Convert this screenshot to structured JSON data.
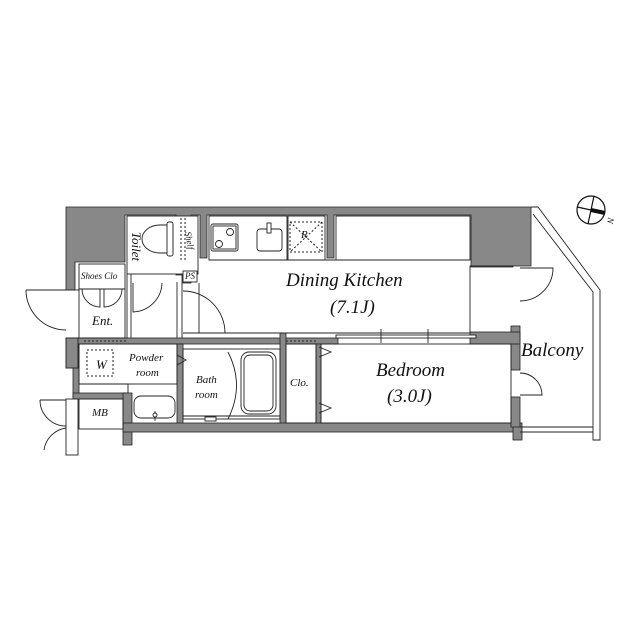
{
  "plan": {
    "colors": {
      "wall": "#888888",
      "line": "#222222",
      "background": "#ffffff"
    },
    "rooms": {
      "dining_kitchen": {
        "name": "Dining Kitchen",
        "size": "(7.1J)"
      },
      "bedroom": {
        "name": "Bedroom",
        "size": "(3.0J)"
      },
      "balcony": {
        "name": "Balcony"
      },
      "toilet": {
        "name": "Toilet"
      },
      "shelf": {
        "name": "Shelf"
      },
      "ps": {
        "name": "PS"
      },
      "shoes_closet": {
        "name": "Shoes Clo"
      },
      "entrance": {
        "name": "Ent."
      },
      "washer": {
        "name": "W"
      },
      "powder_room": {
        "name": "Powder",
        "name2": "room"
      },
      "bath_room": {
        "name": "Bath",
        "name2": "room"
      },
      "closet": {
        "name": "Clo."
      },
      "meter_box": {
        "name": "MB"
      },
      "refrigerator": {
        "name": "R"
      }
    },
    "compass": {
      "label": "N",
      "icon": "north-arrow-icon"
    }
  }
}
